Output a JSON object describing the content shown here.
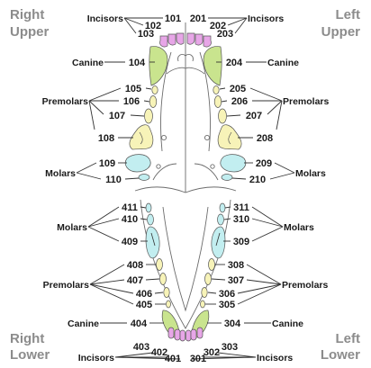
{
  "quadrants": {
    "right_upper": [
      "Right",
      "Upper"
    ],
    "left_upper": [
      "Left",
      "Upper"
    ],
    "right_lower": [
      "Right",
      "Lower"
    ],
    "left_lower": [
      "Left",
      "Lower"
    ]
  },
  "groups": {
    "incisors": "Incisors",
    "canine": "Canine",
    "premolars": "Premolars",
    "molars": "Molars"
  },
  "tooth_numbers": {
    "right_upper": {
      "incisors": [
        "101",
        "102",
        "103"
      ],
      "canine": "104",
      "premolars": [
        "105",
        "106",
        "107",
        "108"
      ],
      "molars": [
        "109",
        "110"
      ]
    },
    "left_upper": {
      "incisors": [
        "201",
        "202",
        "203"
      ],
      "canine": "204",
      "premolars": [
        "205",
        "206",
        "207",
        "208"
      ],
      "molars": [
        "209",
        "210"
      ]
    },
    "right_lower": {
      "molars": [
        "411",
        "410",
        "409"
      ],
      "premolars": [
        "408",
        "407",
        "406",
        "405"
      ],
      "canine": "404",
      "incisors": [
        "403",
        "402",
        "401"
      ]
    },
    "left_lower": {
      "molars": [
        "311",
        "310",
        "309"
      ],
      "premolars": [
        "308",
        "307",
        "306",
        "305"
      ],
      "canine": "304",
      "incisors": [
        "303",
        "302",
        "301"
      ]
    }
  },
  "colors": {
    "incisor": "#e7a6e7",
    "canine": "#c9e48e",
    "premolar": "#f7f3b8",
    "molar": "#c2eef0",
    "quadrant_label": "#8c8c8c"
  }
}
